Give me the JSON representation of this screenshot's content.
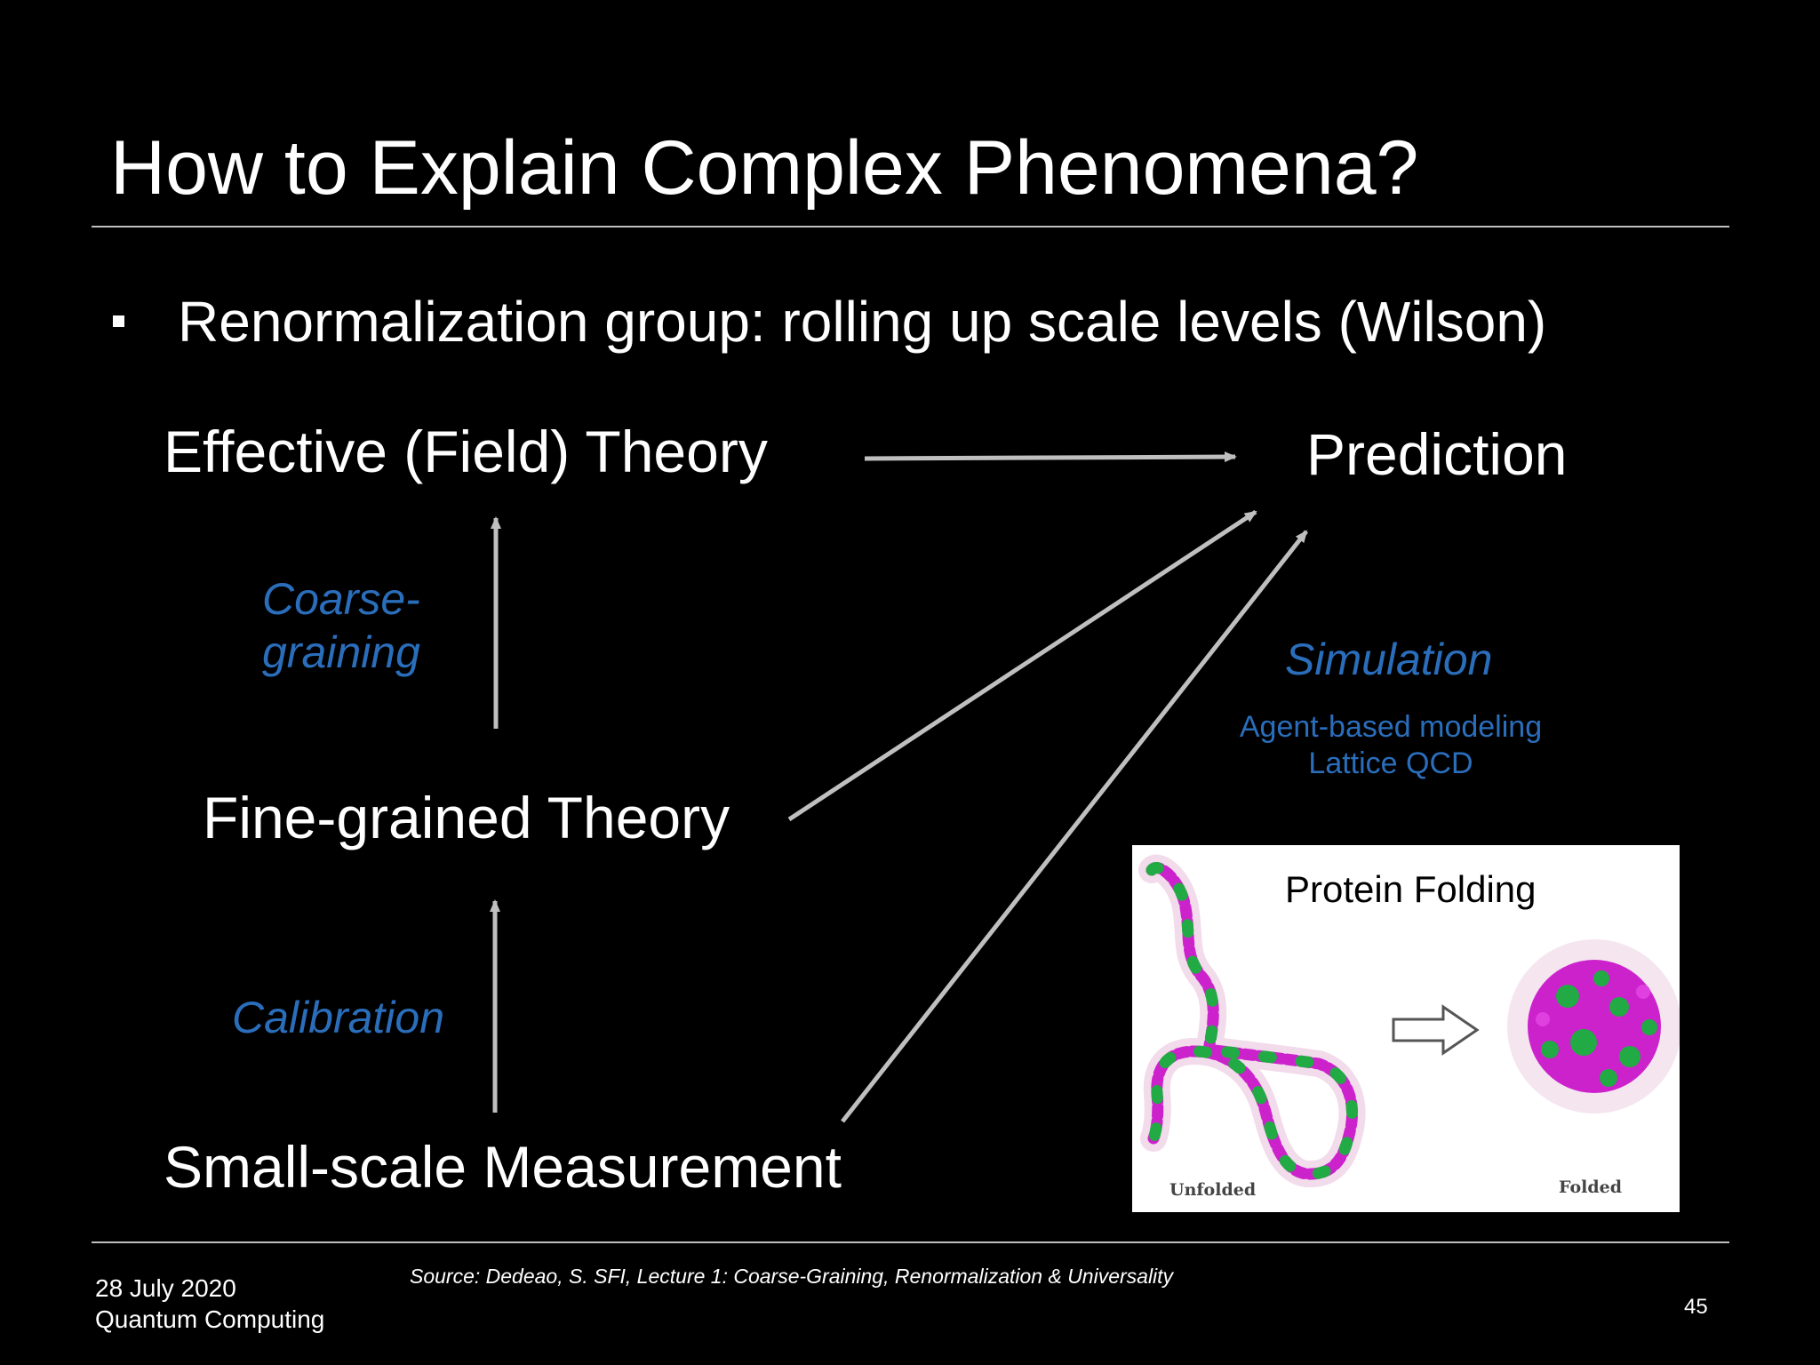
{
  "slide": {
    "title": "How to Explain Complex Phenomena?",
    "bullet": "Renormalization group: rolling up scale levels (Wilson)",
    "source": "Source: Dedeao, S. SFI, Lecture 1: Coarse-Graining, Renormalization & Universality",
    "footer": {
      "date": "28 July 2020",
      "course": "Quantum Computing",
      "page_number": "45"
    }
  },
  "diagram": {
    "nodes": {
      "effective_theory": "Effective (Field) Theory",
      "prediction": "Prediction",
      "fine_grained_theory": "Fine-grained Theory",
      "small_scale_measurement": "Small-scale Measurement"
    },
    "edge_labels": {
      "coarse_graining_line1": "Coarse-",
      "coarse_graining_line2": "graining",
      "calibration": "Calibration",
      "simulation": "Simulation",
      "simulation_example1": "Agent-based modeling",
      "simulation_example2": "Lattice QCD"
    },
    "edges": [
      {
        "from": "effective_theory",
        "to": "prediction"
      },
      {
        "from": "fine_grained_theory",
        "to": "effective_theory"
      },
      {
        "from": "small_scale_measurement",
        "to": "fine_grained_theory"
      },
      {
        "from": "fine_grained_theory",
        "to": "prediction"
      },
      {
        "from": "small_scale_measurement",
        "to": "prediction"
      }
    ],
    "colors": {
      "arrow": "#bfbfbf",
      "label_blue": "#2a6ebb"
    }
  },
  "figure": {
    "title": "Protein Folding",
    "unfolded_caption": "Unfolded",
    "folded_caption": "Folded",
    "colors": {
      "magenta": "#cc22cc",
      "green": "#22aa44",
      "arrow_outline": "#555555"
    }
  }
}
